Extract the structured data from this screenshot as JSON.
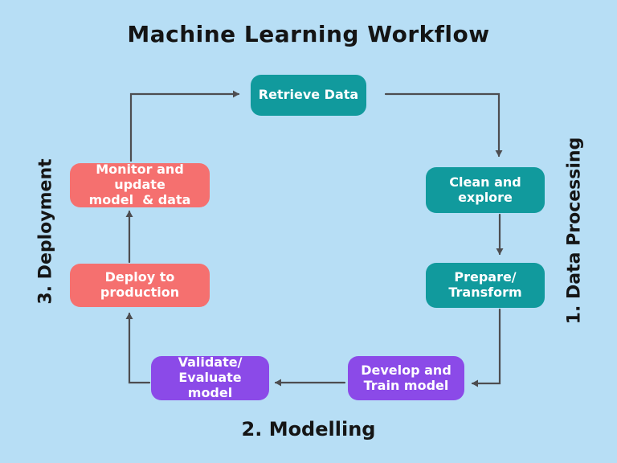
{
  "title": "Machine Learning Workflow",
  "nodes": {
    "retrieve": {
      "label": "Retrieve Data"
    },
    "clean": {
      "label": "Clean and\nexplore"
    },
    "prepare": {
      "label": "Prepare/\nTransform"
    },
    "develop": {
      "label": "Develop and\nTrain model"
    },
    "validate": {
      "label": "Validate/\nEvaluate model"
    },
    "deploy": {
      "label": "Deploy to\nproduction"
    },
    "monitor": {
      "label": "Monitor and update\nmodel  & data"
    }
  },
  "section_labels": {
    "data_processing": "1. Data Processing",
    "modelling": "2. Modelling",
    "deployment": "3. Deployment"
  },
  "colors": {
    "background": "#b7def5",
    "node_teal": "#119a9d",
    "node_coral": "#f5706f",
    "node_purple": "#8b4ae8",
    "arrow": "#4d4d50",
    "title_text": "#141414",
    "node_text": "#ffffff"
  }
}
